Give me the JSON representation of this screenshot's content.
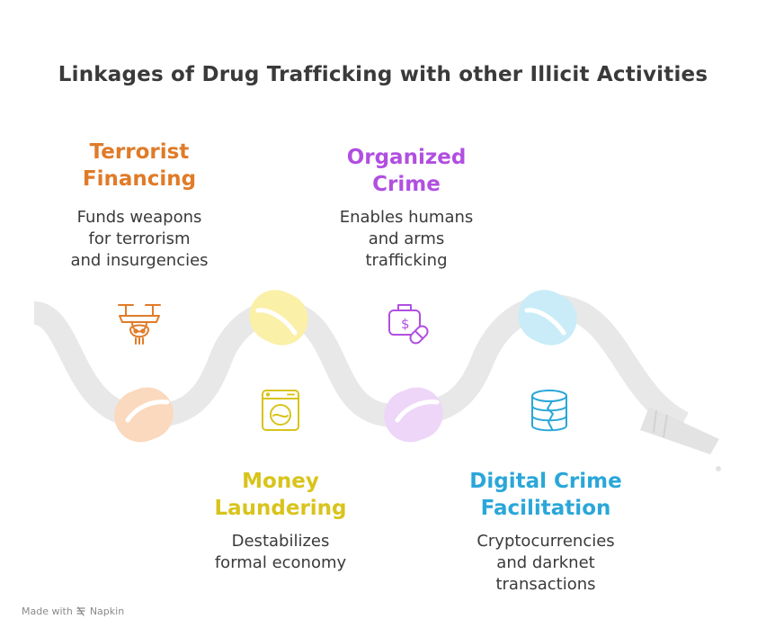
{
  "title": "Linkages of Drug Trafficking with other Illicit Activities",
  "items": [
    {
      "heading_line1": "Terrorist",
      "heading_line2": "Financing",
      "desc_line1": "Funds weapons",
      "desc_line2": "for terrorism",
      "desc_line3": "and insurgencies",
      "color": "#E07B28",
      "icon": "drone-skull-icon"
    },
    {
      "heading_line1": "Organized",
      "heading_line2": "Crime",
      "desc_line1": "Enables humans",
      "desc_line2": "and arms",
      "desc_line3": "trafficking",
      "color": "#B14FE0",
      "icon": "money-bag-pill-icon"
    },
    {
      "heading_line1": "Money",
      "heading_line2": "Laundering",
      "desc_line1": "Destabilizes",
      "desc_line2": "formal economy",
      "color": "#D8C41B",
      "icon": "washing-machine-icon"
    },
    {
      "heading_line1": "Digital Crime",
      "heading_line2": "Facilitation",
      "desc_line1": "Cryptocurrencies",
      "desc_line2": "and darknet",
      "desc_line3": "transactions",
      "color": "#2AA7D8",
      "icon": "cracked-database-icon"
    }
  ],
  "watermark": {
    "prefix": "Made with",
    "brand": "Napkin"
  }
}
